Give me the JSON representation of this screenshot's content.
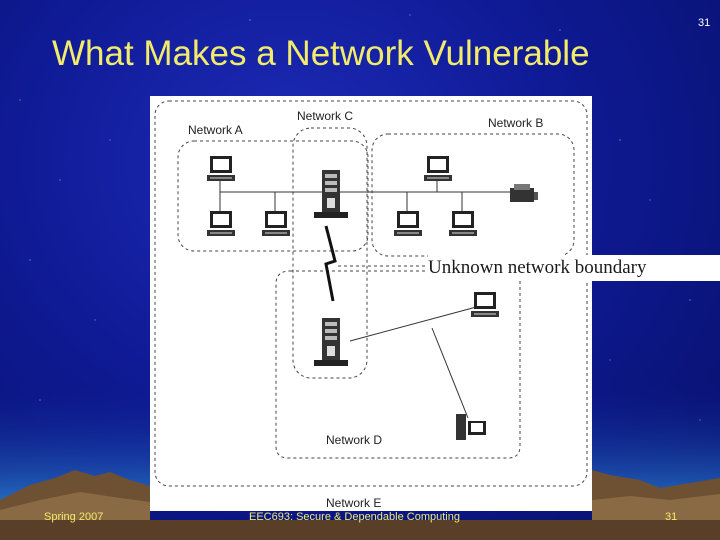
{
  "slide": {
    "title": "What Makes a Network Vulnerable",
    "page_number_top": "31",
    "page_number_footer": "31",
    "footer_left": "Spring 2007",
    "footer_center": "EEC693: Secure & Dependable Computing"
  },
  "diagram": {
    "networks": [
      {
        "key": "a",
        "label": "Network A"
      },
      {
        "key": "b",
        "label": "Network B"
      },
      {
        "key": "c",
        "label": "Network C"
      },
      {
        "key": "d",
        "label": "Network D"
      },
      {
        "key": "e",
        "label": "Network E"
      }
    ],
    "boundary_label": "Unknown network boundary",
    "icons": [
      "workstation-icon",
      "server-tower-icon",
      "printer-icon",
      "lightning-link-icon"
    ]
  },
  "colors": {
    "background": "#0f1a95",
    "title": "#f2ec6a",
    "footer": "#f2ec6a",
    "mountains": "#7a5a3a"
  }
}
